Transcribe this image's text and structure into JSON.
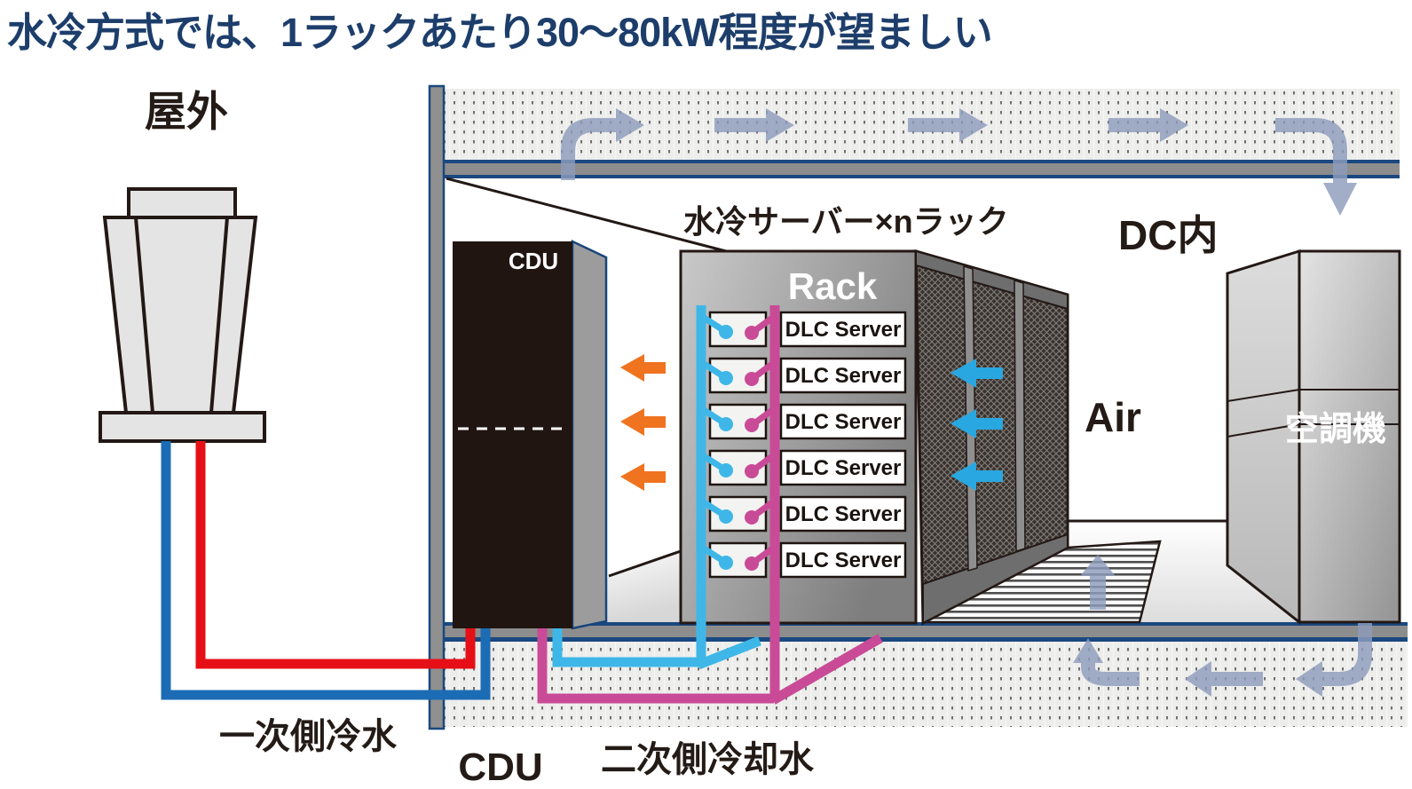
{
  "title": "水冷方式では、1ラックあたり30〜80kW程度が望ましい",
  "areas": {
    "outdoor_label": "屋外",
    "dc_label": "DC内"
  },
  "cdu": {
    "unit_label": "CDU",
    "bottom_label": "CDU"
  },
  "rack": {
    "caption": "水冷サーバー×nラック",
    "panel_label": "Rack",
    "servers": [
      {
        "label": "DLC Server"
      },
      {
        "label": "DLC Server"
      },
      {
        "label": "DLC Server"
      },
      {
        "label": "DLC Server"
      },
      {
        "label": "DLC Server"
      },
      {
        "label": "DLC Server"
      }
    ]
  },
  "crah": {
    "label": "空調機"
  },
  "airflow": {
    "air_label": "Air"
  },
  "pipes": {
    "primary_label": "一次側冷水",
    "secondary_label": "二次側冷却水"
  },
  "colors": {
    "title_navy": "#1d3e6b",
    "outline_navy": "#1a4880",
    "pipe_primary_blue": "#1c6cb5",
    "pipe_primary_red": "#e60f17",
    "pipe_secondary_cyan": "#3eb7e8",
    "pipe_secondary_magenta": "#c94b97",
    "arrow_orange": "#f0731f",
    "arrow_cyan": "#29a7e0",
    "arrow_air_steel": "#8d9cbc"
  }
}
